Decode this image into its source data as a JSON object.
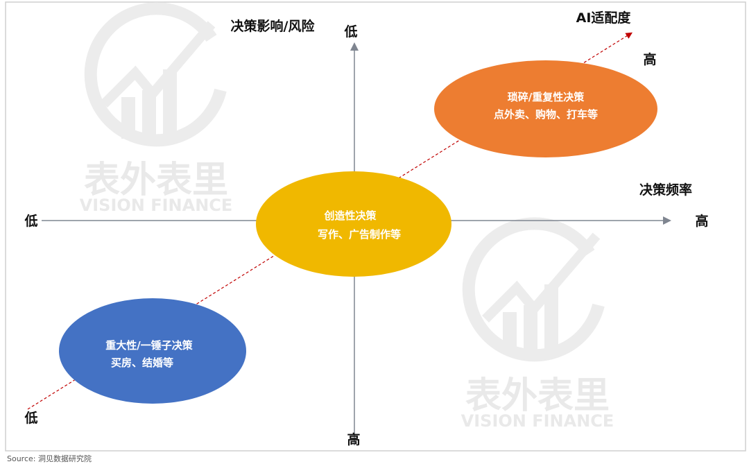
{
  "axes": {
    "vertical": {
      "title": "决策影响/风险",
      "top_label": "低",
      "bottom_label": "高"
    },
    "horizontal": {
      "title": "决策频率",
      "left_label": "低",
      "right_label": "高"
    },
    "diagonal": {
      "title": "AI适配度",
      "high_label": "高",
      "low_label": "低"
    }
  },
  "ellipses": [
    {
      "line1": "琐碎/重复性决策",
      "line2": "点外卖、购物、打车等",
      "color": "#ED7D31"
    },
    {
      "line1": "创造性决策",
      "line2": "写作、广告制作等",
      "color": "#F0B800"
    },
    {
      "line1": "重大性/一锤子决策",
      "line2": "买房、结婚等",
      "color": "#4472C4"
    }
  ],
  "watermark": {
    "cn": "表外表里",
    "en": "VISION FINANCE"
  },
  "source": "Source:  洞见数据研究院"
}
